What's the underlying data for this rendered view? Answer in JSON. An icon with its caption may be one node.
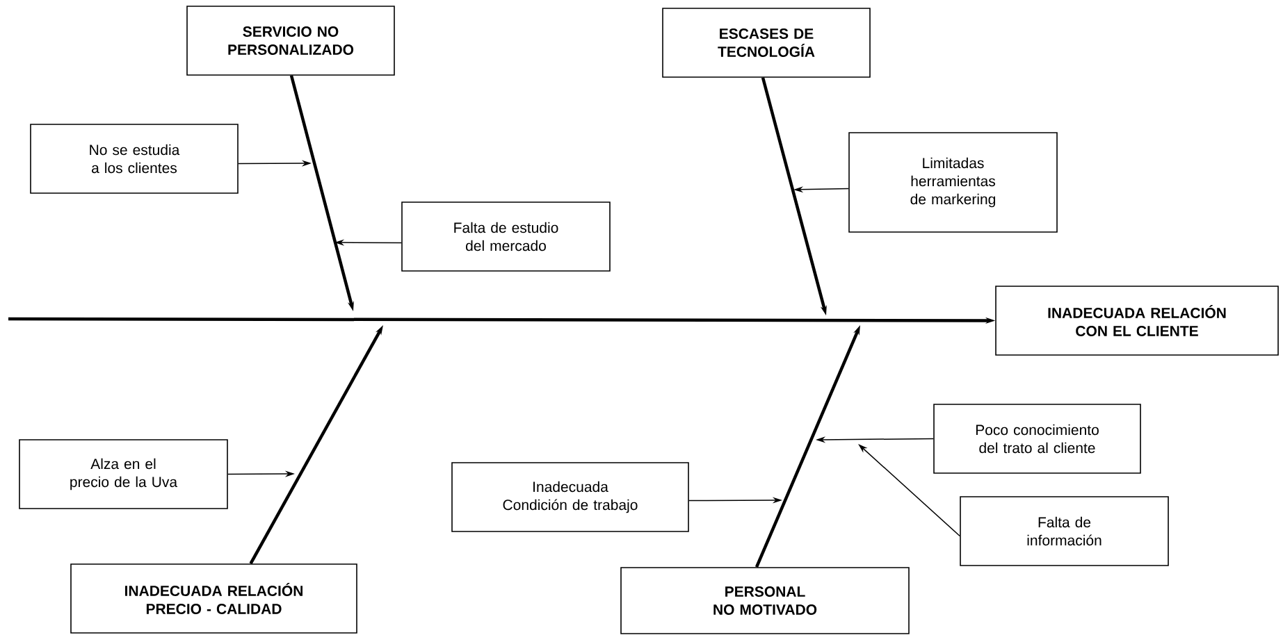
{
  "diagram": {
    "nodes": [
      {
        "text": [
          "SERVICIO NO PERSONALIZADO"
        ]
      },
      {
        "text": [
          "ESCASES DE TECNOLOGÍA"
        ]
      },
      {
        "text": [
          "No se estudia a los clientes"
        ]
      },
      {
        "text": [
          "Falta de estudio del mercado"
        ]
      },
      {
        "text": [
          "Limitadas herramientas de markering"
        ]
      },
      {
        "text": [
          "INADECUADA RELACIÓN CON EL CLIENTE"
        ]
      },
      {
        "text": [
          "Alza en el precio de la Uva"
        ]
      },
      {
        "text": [
          "Poco conocimiento del trato al cliente"
        ]
      },
      {
        "text": [
          "Inadecuada Condición de trabajo"
        ]
      },
      {
        "text": [
          "Falta de información"
        ]
      },
      {
        "text": [
          "INADECUADA RELACIÓN PRECIO - CALIDAD"
        ]
      },
      {
        "text": [
          "PERSONAL NO MOTIVADO"
        ]
      }
    ],
    "edges": [
      {
        "from": null,
        "to": 5,
        "arrow": "to",
        "style": "thick"
      },
      {
        "from": 0,
        "to": null,
        "arrow": "to",
        "style": "thick"
      },
      {
        "from": 1,
        "to": null,
        "arrow": "to",
        "style": "thick"
      },
      {
        "from": 10,
        "to": null,
        "arrow": "to",
        "style": "thick"
      },
      {
        "from": 11,
        "to": null,
        "arrow": "to",
        "style": "thick"
      },
      {
        "from": 2,
        "to": null,
        "arrow": "to"
      },
      {
        "from": 3,
        "to": null,
        "arrow": "to"
      },
      {
        "from": 4,
        "to": null,
        "arrow": "to"
      },
      {
        "from": 6,
        "to": null,
        "arrow": "to"
      },
      {
        "from": 7,
        "to": null,
        "arrow": "to"
      },
      {
        "from": 8,
        "to": null,
        "arrow": "to"
      },
      {
        "from": 9,
        "to": null,
        "arrow": "to"
      }
    ]
  }
}
